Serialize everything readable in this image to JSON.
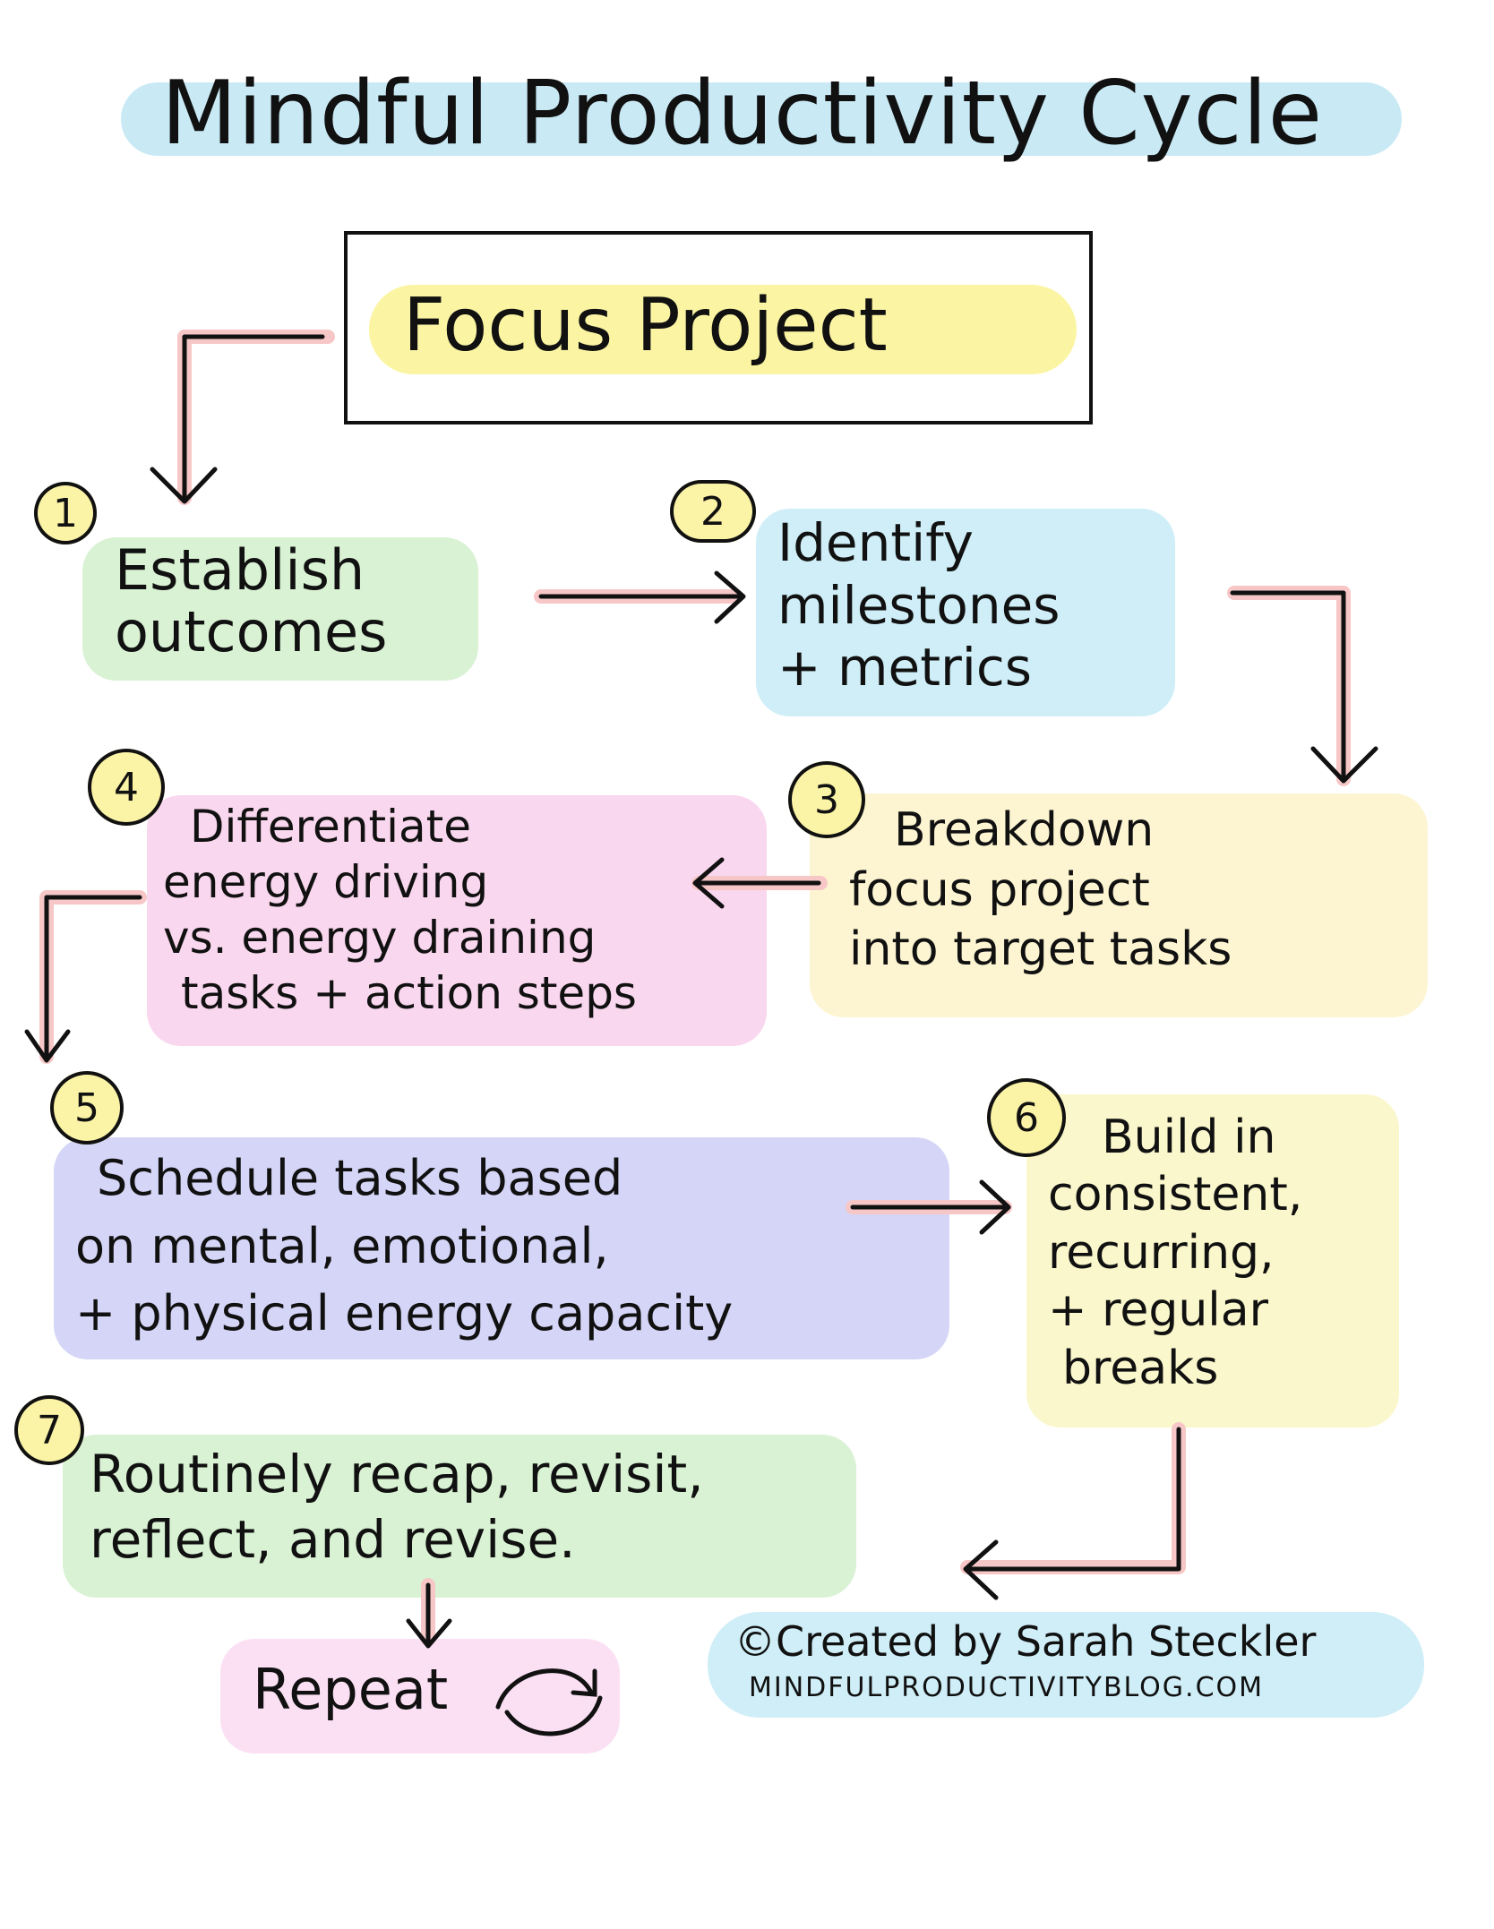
{
  "title": "Mindful Productivity Cycle",
  "focus": "Focus Project",
  "steps": [
    {
      "num": "1",
      "lines": [
        "Establish",
        "outcomes"
      ]
    },
    {
      "num": "2",
      "lines": [
        "Identify",
        "milestones",
        "+ metrics"
      ]
    },
    {
      "num": "3",
      "lines": [
        "Breakdown",
        "focus project",
        "into target tasks"
      ]
    },
    {
      "num": "4",
      "lines": [
        "Differentiate",
        "energy driving",
        "vs. energy draining",
        "tasks + action steps"
      ]
    },
    {
      "num": "5",
      "lines": [
        "Schedule tasks based",
        "on mental, emotional,",
        "+ physical energy capacity"
      ]
    },
    {
      "num": "6",
      "lines": [
        "Build in",
        "consistent,",
        "recurring,",
        "+ regular",
        "breaks"
      ]
    },
    {
      "num": "7",
      "lines": [
        "Routinely recap, revisit,",
        "reflect, and revise."
      ]
    }
  ],
  "repeat": "Repeat",
  "credit": {
    "line1": "©Created by Sarah Steckler",
    "line2": "MINDFULPRODUCTIVITYBLOG.COM"
  },
  "colors": {
    "title_highlight": "#c9eaf5",
    "focus_highlight": "#fbf5a3",
    "green": "#d9f2d4",
    "blue": "#cfeef7",
    "yellow": "#fdf5d2",
    "pink": "#f9d7ee",
    "lavender": "#d5d6f7",
    "pale_yellow": "#fbf7cc",
    "repeat_pink": "#fbe0f4",
    "arrow_glow": "#f7c7c7"
  }
}
